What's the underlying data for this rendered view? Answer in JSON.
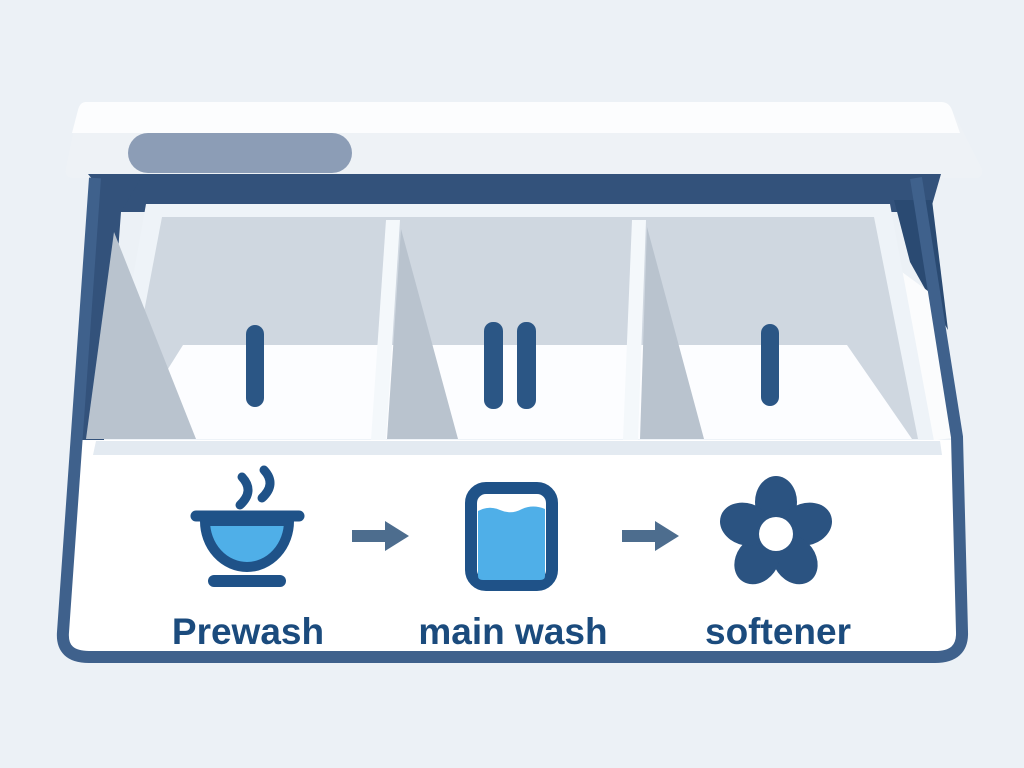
{
  "illustration": {
    "subject": "washing-machine-detergent-drawer-diagram",
    "compartments": [
      {
        "marker": "I",
        "icon": "steaming-bowl-icon",
        "label": "Prewash"
      },
      {
        "marker": "II",
        "icon": "water-glass-icon",
        "label": "main wash"
      },
      {
        "marker": "I",
        "icon": "flower-icon",
        "label": "softener"
      }
    ],
    "arrow_glyph": "→",
    "colors": {
      "background": "#ecf1f6",
      "lid_white": "#f2f6f9",
      "handle_gray": "#8c9db6",
      "shell_navy": "#33527b",
      "outline_slate": "#3f618c",
      "tub_wall_gray": "#cfd7e0",
      "shadow_gray": "#b9c3ce",
      "divider_white": "#f4f8fb",
      "marker_blue": "#2b5685",
      "icon_dark_blue": "#1f5288",
      "icon_light_blue": "#4fafe8",
      "arrow_gray_blue": "#4d6d8e",
      "label_blue": "#1b4b7d"
    }
  }
}
